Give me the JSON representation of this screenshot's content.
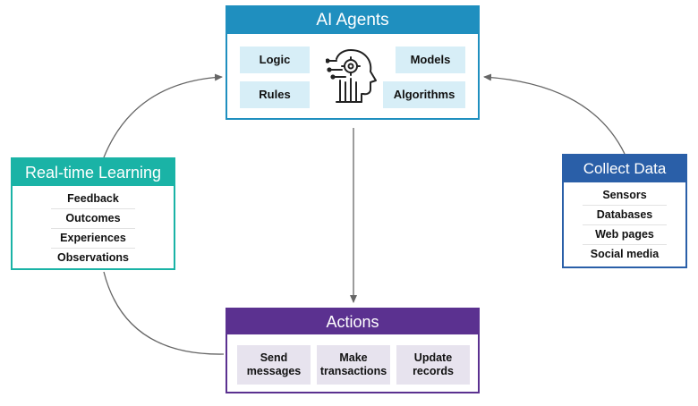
{
  "ai_agents": {
    "title": "AI Agents",
    "chips": [
      "Logic",
      "Models",
      "Rules",
      "Algorithms"
    ]
  },
  "learning": {
    "title": "Real-time Learning",
    "items": [
      "Feedback",
      "Outcomes",
      "Experiences",
      "Observations"
    ]
  },
  "collect": {
    "title": "Collect Data",
    "items": [
      "Sensors",
      "Databases",
      "Web pages",
      "Social media"
    ]
  },
  "actions": {
    "title": "Actions",
    "items": [
      {
        "line1": "Send",
        "line2": "messages"
      },
      {
        "line1": "Make",
        "line2": "transactions"
      },
      {
        "line1": "Update",
        "line2": "records"
      }
    ]
  },
  "colors": {
    "ai_agents": "#1f8fbf",
    "learning": "#1ab3a6",
    "collect": "#2a5fa8",
    "actions": "#5b3190",
    "connector": "#666666"
  },
  "icons": {
    "ai_agents": "robot-head-gear-icon"
  }
}
